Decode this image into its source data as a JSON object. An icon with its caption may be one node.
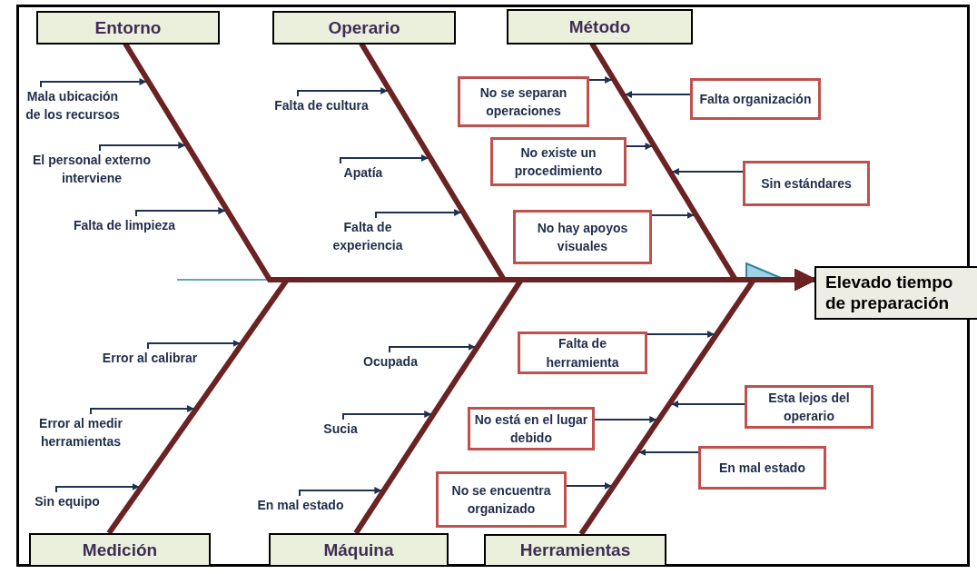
{
  "diagram": {
    "nodes": [
      {
        "text": [
          "Entorno"
        ]
      },
      {
        "text": [
          "Operario"
        ]
      },
      {
        "text": [
          "Método"
        ]
      },
      {
        "text": [
          "Mala ubicación de los recursos"
        ]
      },
      {
        "text": [
          "El personal externo interviene"
        ]
      },
      {
        "text": [
          "Falta de limpieza"
        ]
      },
      {
        "text": [
          "Falta de cultura"
        ]
      },
      {
        "text": [
          "Apatía"
        ]
      },
      {
        "text": [
          "Falta de experiencia"
        ]
      },
      {
        "text": [
          "No se separan operaciones"
        ]
      },
      {
        "text": [
          "Falta organización"
        ]
      },
      {
        "text": [
          "No existe un procedimiento"
        ]
      },
      {
        "text": [
          "Sin estándares"
        ]
      },
      {
        "text": [
          "No hay apoyos visuales"
        ]
      },
      {
        "text": [
          "Elevado tiempo de preparación"
        ]
      },
      {
        "text": [
          "Error al calibrar"
        ]
      },
      {
        "text": [
          "Error al medir herramientas"
        ]
      },
      {
        "text": [
          "Sin equipo"
        ]
      },
      {
        "text": [
          "Ocupada"
        ]
      },
      {
        "text": [
          "Sucia"
        ]
      },
      {
        "text": [
          "En mal estado"
        ]
      },
      {
        "text": [
          "Falta de herramienta"
        ]
      },
      {
        "text": [
          "Esta lejos del operario"
        ]
      },
      {
        "text": [
          "No está en el lugar debido"
        ]
      },
      {
        "text": [
          "En mal estado"
        ]
      },
      {
        "text": [
          "No se encuentra organizado"
        ]
      },
      {
        "text": [
          "Medición"
        ]
      },
      {
        "text": [
          "Máquina"
        ]
      },
      {
        "text": [
          "Herramientas"
        ]
      }
    ],
    "edges": [
      {
        "from": 0,
        "to": 14,
        "arrow": "to",
        "style": "thick",
        "color": "#6b2222"
      },
      {
        "from": 1,
        "to": 14,
        "arrow": "to",
        "style": "thick",
        "color": "#6b2222"
      },
      {
        "from": 2,
        "to": 14,
        "arrow": "to",
        "style": "thick",
        "color": "#6b2222"
      },
      {
        "from": 26,
        "to": 14,
        "arrow": "to",
        "style": "thick",
        "color": "#6b2222"
      },
      {
        "from": 27,
        "to": 14,
        "arrow": "to",
        "style": "thick",
        "color": "#6b2222"
      },
      {
        "from": 28,
        "to": 14,
        "arrow": "to",
        "style": "thick",
        "color": "#6b2222"
      },
      {
        "from": 3,
        "to": null,
        "arrow": "to"
      },
      {
        "from": 4,
        "to": null,
        "arrow": "to"
      },
      {
        "from": 5,
        "to": null,
        "arrow": "to"
      },
      {
        "from": 6,
        "to": null,
        "arrow": "to"
      },
      {
        "from": 7,
        "to": null,
        "arrow": "to"
      },
      {
        "from": 8,
        "to": null,
        "arrow": "to"
      },
      {
        "from": 9,
        "to": null,
        "arrow": "to"
      },
      {
        "from": 10,
        "to": null,
        "arrow": "to"
      },
      {
        "from": 11,
        "to": null,
        "arrow": "to"
      },
      {
        "from": 12,
        "to": null,
        "arrow": "to"
      },
      {
        "from": 13,
        "to": null,
        "arrow": "to"
      },
      {
        "from": 15,
        "to": null,
        "arrow": "to"
      },
      {
        "from": 16,
        "to": null,
        "arrow": "to"
      },
      {
        "from": 17,
        "to": null,
        "arrow": "to"
      },
      {
        "from": 18,
        "to": null,
        "arrow": "to"
      },
      {
        "from": 19,
        "to": null,
        "arrow": "to"
      },
      {
        "from": 20,
        "to": null,
        "arrow": "to"
      },
      {
        "from": 21,
        "to": null,
        "arrow": "to"
      },
      {
        "from": 22,
        "to": null,
        "arrow": "to"
      },
      {
        "from": 23,
        "to": null,
        "arrow": "to"
      },
      {
        "from": 24,
        "to": null,
        "arrow": "to"
      },
      {
        "from": 25,
        "to": null,
        "arrow": "to"
      }
    ]
  }
}
